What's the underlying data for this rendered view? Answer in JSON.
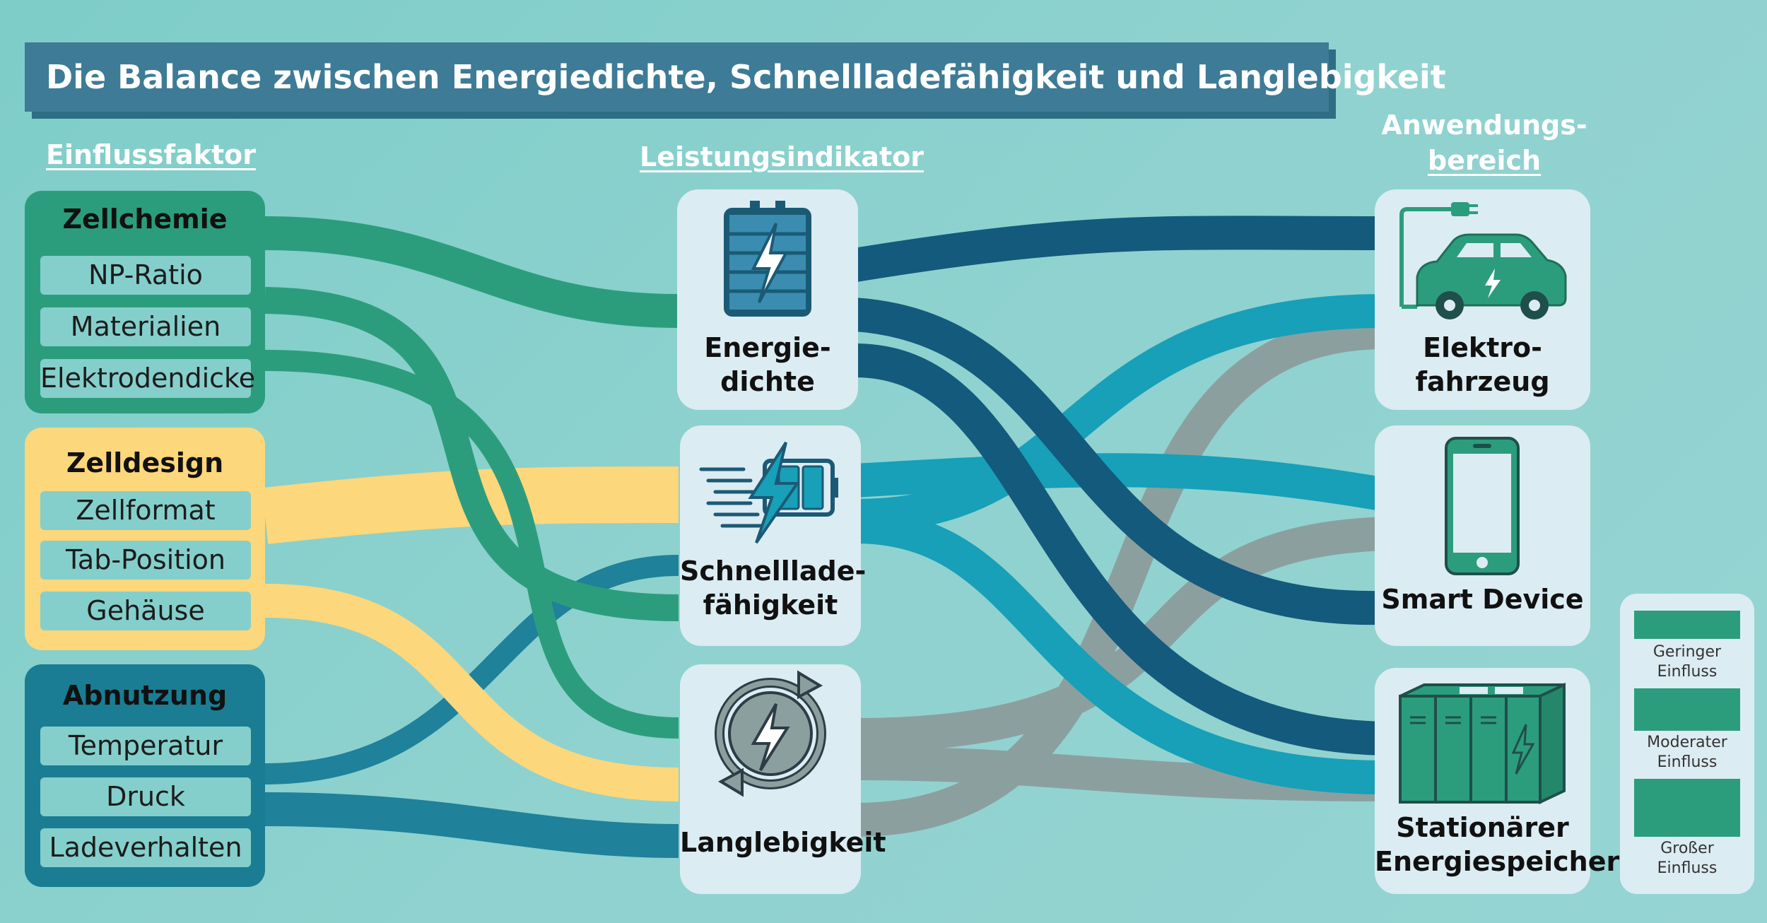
{
  "title": "Die Balance zwischen Energiedichte, Schnellladefähigkeit und Langlebigkeit",
  "columns": {
    "factor": "Einflussfaktor",
    "indicator": "Leistungsindikator",
    "application_line1": "Anwendungs-",
    "application_line2": "bereich"
  },
  "factors": [
    {
      "title": "Zellchemie",
      "items": [
        "NP-Ratio",
        "Materialien",
        "Elektrodendicke"
      ],
      "color": "#2c9d7c",
      "sub_color": "#84cfcb"
    },
    {
      "title": "Zelldesign",
      "items": [
        "Zellformat",
        "Tab-Position",
        "Gehäuse"
      ],
      "color": "#fdd77b",
      "sub_color": "#84cfcb"
    },
    {
      "title": "Abnutzung",
      "items": [
        "Temperatur",
        "Druck",
        "Ladeverhalten"
      ],
      "color": "#1a7d93",
      "sub_color": "#84cfcb"
    }
  ],
  "indicators": [
    {
      "line1": "Energie-",
      "line2": "dichte",
      "icon": "battery-lightning-icon"
    },
    {
      "line1": "Schnelllade-",
      "line2": "fähigkeit",
      "icon": "fast-charge-battery-icon"
    },
    {
      "line1": "Langlebigkeit",
      "line2": "",
      "icon": "cycle-lightning-icon"
    }
  ],
  "applications": [
    {
      "line1": "Elektro-",
      "line2": "fahrzeug",
      "icon": "electric-car-icon"
    },
    {
      "line1": "Smart Device",
      "line2": "",
      "icon": "smartphone-icon"
    },
    {
      "line1": "Stationärer",
      "line2": "Energiespeicher",
      "icon": "energy-storage-container-icon"
    }
  ],
  "legend": [
    {
      "line1": "Geringer",
      "line2": "Einfluss"
    },
    {
      "line1": "Moderater",
      "line2": "Einfluss"
    },
    {
      "line1": "Großer",
      "line2": "Einfluss"
    }
  ],
  "colors": {
    "chemistry": "#2c9d7c",
    "design": "#fdd77b",
    "wear": "#1f819a",
    "energy": "#135a7d",
    "fastcharge": "#17a0b8",
    "longevity": "#8c9f9f",
    "card": "#dcecf3"
  }
}
